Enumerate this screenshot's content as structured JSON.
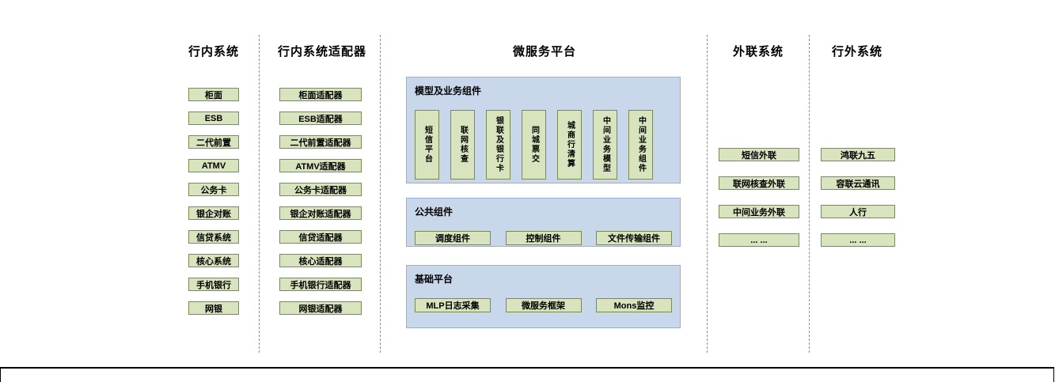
{
  "diagram": {
    "columns": [
      {
        "title": "行内系统",
        "items": [
          "柜面",
          "ESB",
          "二代前置",
          "ATMV",
          "公务卡",
          "银企对账",
          "信贷系统",
          "核心系统",
          "手机银行",
          "网银"
        ]
      },
      {
        "title": "行内系统适配器",
        "items": [
          "柜面适配器",
          "ESB适配器",
          "二代前置适配器",
          "ATMV适配器",
          "公务卡适配器",
          "银企对账适配器",
          "信贷适配器",
          "核心适配器",
          "手机银行适配器",
          "网银适配器"
        ]
      },
      {
        "title": "微服务平台"
      },
      {
        "title": "外联系统",
        "items": [
          "短信外联",
          "联网核查外联",
          "中间业务外联",
          "... ..."
        ]
      },
      {
        "title": "行外系统",
        "items": [
          "鸿联九五",
          "容联云通讯",
          "人行",
          "... ..."
        ]
      }
    ],
    "platform": {
      "panels": [
        {
          "title": "模型及业务组件",
          "items": [
            "短信平台",
            "联网核查",
            "银联及银行卡",
            "同城票交",
            "城商行清算",
            "中间业务模型",
            "中间业务组件"
          ]
        },
        {
          "title": "公共组件",
          "items": [
            "调度组件",
            "控制组件",
            "文件传输组件"
          ]
        },
        {
          "title": "基础平台",
          "items": [
            "MLP日志采集",
            "微服务框架",
            "Mons监控"
          ]
        }
      ]
    },
    "colors": {
      "box_fill": "#d7e4bd",
      "box_border": "#7a8a52",
      "panel_fill": "#c9d7eb",
      "panel_border": "#9aafd0"
    }
  }
}
